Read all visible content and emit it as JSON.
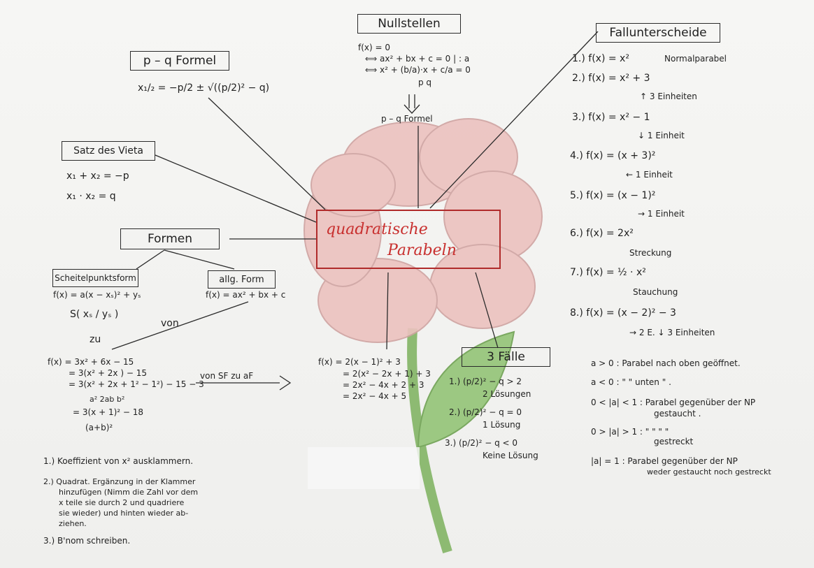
{
  "center": {
    "line1": "quadratische",
    "line2": "Parabeln"
  },
  "nullstellen": {
    "title": "Nullstellen",
    "lines": [
      "f(x) = 0",
      "⟺ ax² + bx + c = 0   | : a",
      "⟺ x² + (b/a)·x + c/a = 0",
      "p              q"
    ],
    "arrow_label": "p – q Formel"
  },
  "pq": {
    "title": "p – q Formel",
    "formula": "x₁/₂ = −p/2 ± √((p/2)² − q)"
  },
  "vieta": {
    "title": "Satz des Vieta",
    "lines": [
      "x₁ + x₂ = −p",
      "x₁ · x₂ = q"
    ]
  },
  "formen": {
    "title": "Formen",
    "scheitel": {
      "title": "Scheitelpunktsform",
      "formula": "f(x) = a(x − xₛ)² + yₛ",
      "point": "S( xₛ / yₛ )"
    },
    "allg": {
      "title": "allg. Form",
      "formula": "f(x) = ax² + bx + c"
    },
    "von": "von",
    "zu": "zu"
  },
  "example_left": {
    "lines": [
      "f(x) = 3x² + 6x − 15",
      "= 3(x² + 2x    ) − 15",
      "= 3(x² + 2x + 1² − 1²) − 15 − 3",
      "a²    2ab   b²",
      "= 3(x + 1)² − 18",
      "(a+b)²"
    ],
    "arrow": "von SF zu aF"
  },
  "example_mid": {
    "lines": [
      "f(x) = 2(x − 1)² + 3",
      "= 2(x² − 2x + 1) + 3",
      "= 2x² − 4x + 2 + 3",
      "= 2x² − 4x + 5"
    ]
  },
  "faelle": {
    "title": "3 Fälle",
    "items": [
      {
        "cond": "1.) (p/2)² − q > 2",
        "res": "2 Lösungen"
      },
      {
        "cond": "2.) (p/2)² − q = 0",
        "res": "1 Lösung"
      },
      {
        "cond": "3.) (p/2)² − q < 0",
        "res": "Keine Lösung"
      }
    ]
  },
  "fallunterscheidung": {
    "title": "Fallunterscheide",
    "items": [
      {
        "f": "1.) f(x) = x²",
        "note": "Normalparabel"
      },
      {
        "f": "2.) f(x) = x² + 3",
        "note": "↑ 3 Einheiten"
      },
      {
        "f": "3.) f(x) = x² − 1",
        "note": "↓ 1 Einheit"
      },
      {
        "f": "4.) f(x) = (x + 3)²",
        "note": "← 1 Einheit"
      },
      {
        "f": "5.) f(x) = (x − 1)²",
        "note": "→ 1 Einheit"
      },
      {
        "f": "6.) f(x) = 2x²",
        "note": "Streckung"
      },
      {
        "f": "7.) f(x) = ½ · x²",
        "note": "Stauchung"
      },
      {
        "f": "8.) f(x) = (x − 2)² − 3",
        "note": "→ 2 E.    ↓ 3 Einheiten"
      }
    ]
  },
  "a_rules": [
    "a > 0 : Parabel nach oben geöffnet.",
    "a < 0 :   \"        \"   unten   \"   .",
    "0 < |a| < 1 : Parabel gegenüber der NP",
    "gestaucht .",
    "0 > |a| > 1 :   \"      \"      \"      \"",
    "gestreckt",
    "|a| = 1  : Parabel gegenüber der NP",
    "weder gestaucht noch gestreckt"
  ],
  "steps": [
    "1.) Koeffizient von x² ausklammern.",
    "2.) Quadrat. Ergänzung in der Klammer",
    "hinzufügen (Nimm die Zahl vor dem",
    "x teile sie durch 2 und quadriere",
    "sie wieder) und hinten wieder ab-",
    "ziehen.",
    "3.) B'nom schreiben."
  ],
  "colors": {
    "petal": "#e9b7b4",
    "petal_dark": "#c9a9a8",
    "stem": "#8dba72",
    "title_red": "#c8302f"
  }
}
